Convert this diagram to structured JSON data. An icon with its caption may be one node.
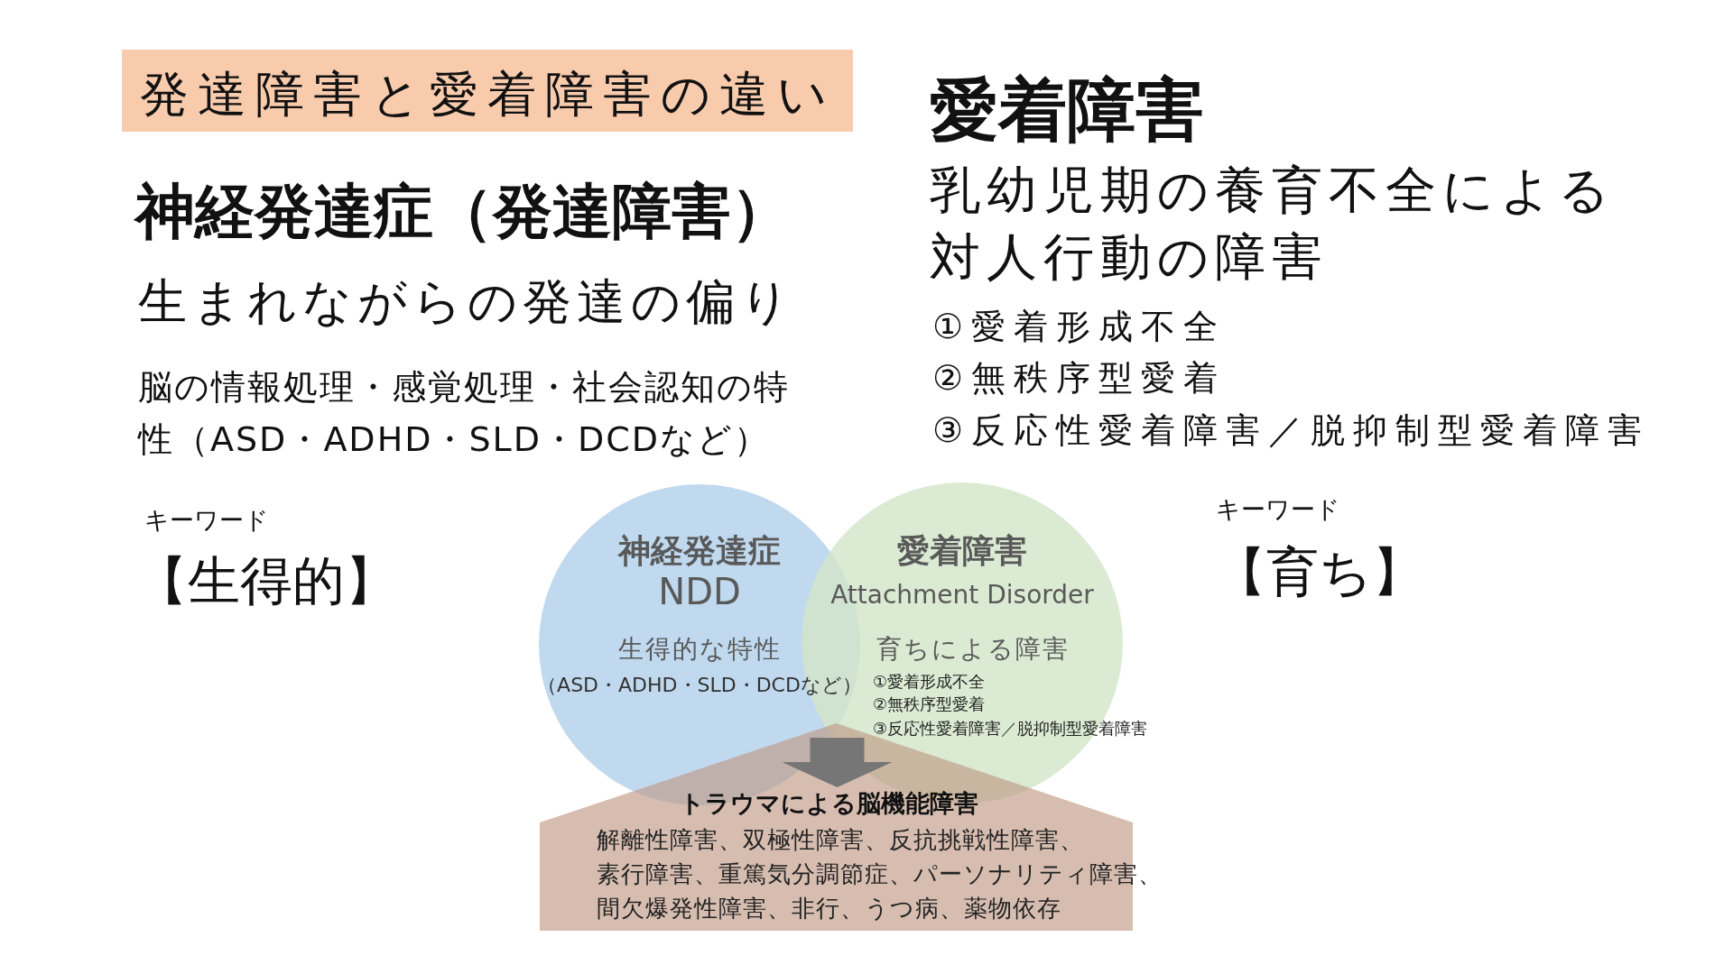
{
  "diagram": {
    "nodes": [
      {
        "text": [
          "発達障害と愛着障害の違い"
        ]
      },
      {
        "text": [
          "神経発達症",
          "NDD",
          "生得的な特性",
          "（ASD・ADHD・SLD・DCDなど）"
        ]
      },
      {
        "text": [
          "愛着障害",
          "Attachment Disorder",
          "育ちによる障害",
          "①愛着形成不全",
          "②無秩序型愛着",
          "③反応性愛着障害／脱抑制型愛着障害"
        ]
      },
      {
        "text": [
          "トラウマによる脳機能障害",
          "解離性障害、双極性障害、反抗挑戦性障害、",
          "素行障害、重篤気分調節症、パーソナリティ障害、",
          "間欠爆発性障害、非行、うつ病、薬物依存"
        ]
      }
    ],
    "edges": [
      {
        "from": 1,
        "to": 3,
        "arrow": "to"
      },
      {
        "from": 2,
        "to": 3,
        "arrow": "to"
      }
    ],
    "labels": [
      "神経発達症（発達障害）",
      "生まれながらの発達の偏り",
      "脳の情報処理・感覚処理・社会認知の特性（ASD・ADHD・SLD・DCDなど）",
      "愛着障害",
      "乳幼児期の養育不全による対人行動の障害",
      "①愛着形成不全",
      "②無秩序型愛着",
      "③反応性愛着障害／脱抑制型愛着障害",
      "キーワード",
      "【生得的】",
      "キーワード",
      "【育ち】"
    ]
  }
}
